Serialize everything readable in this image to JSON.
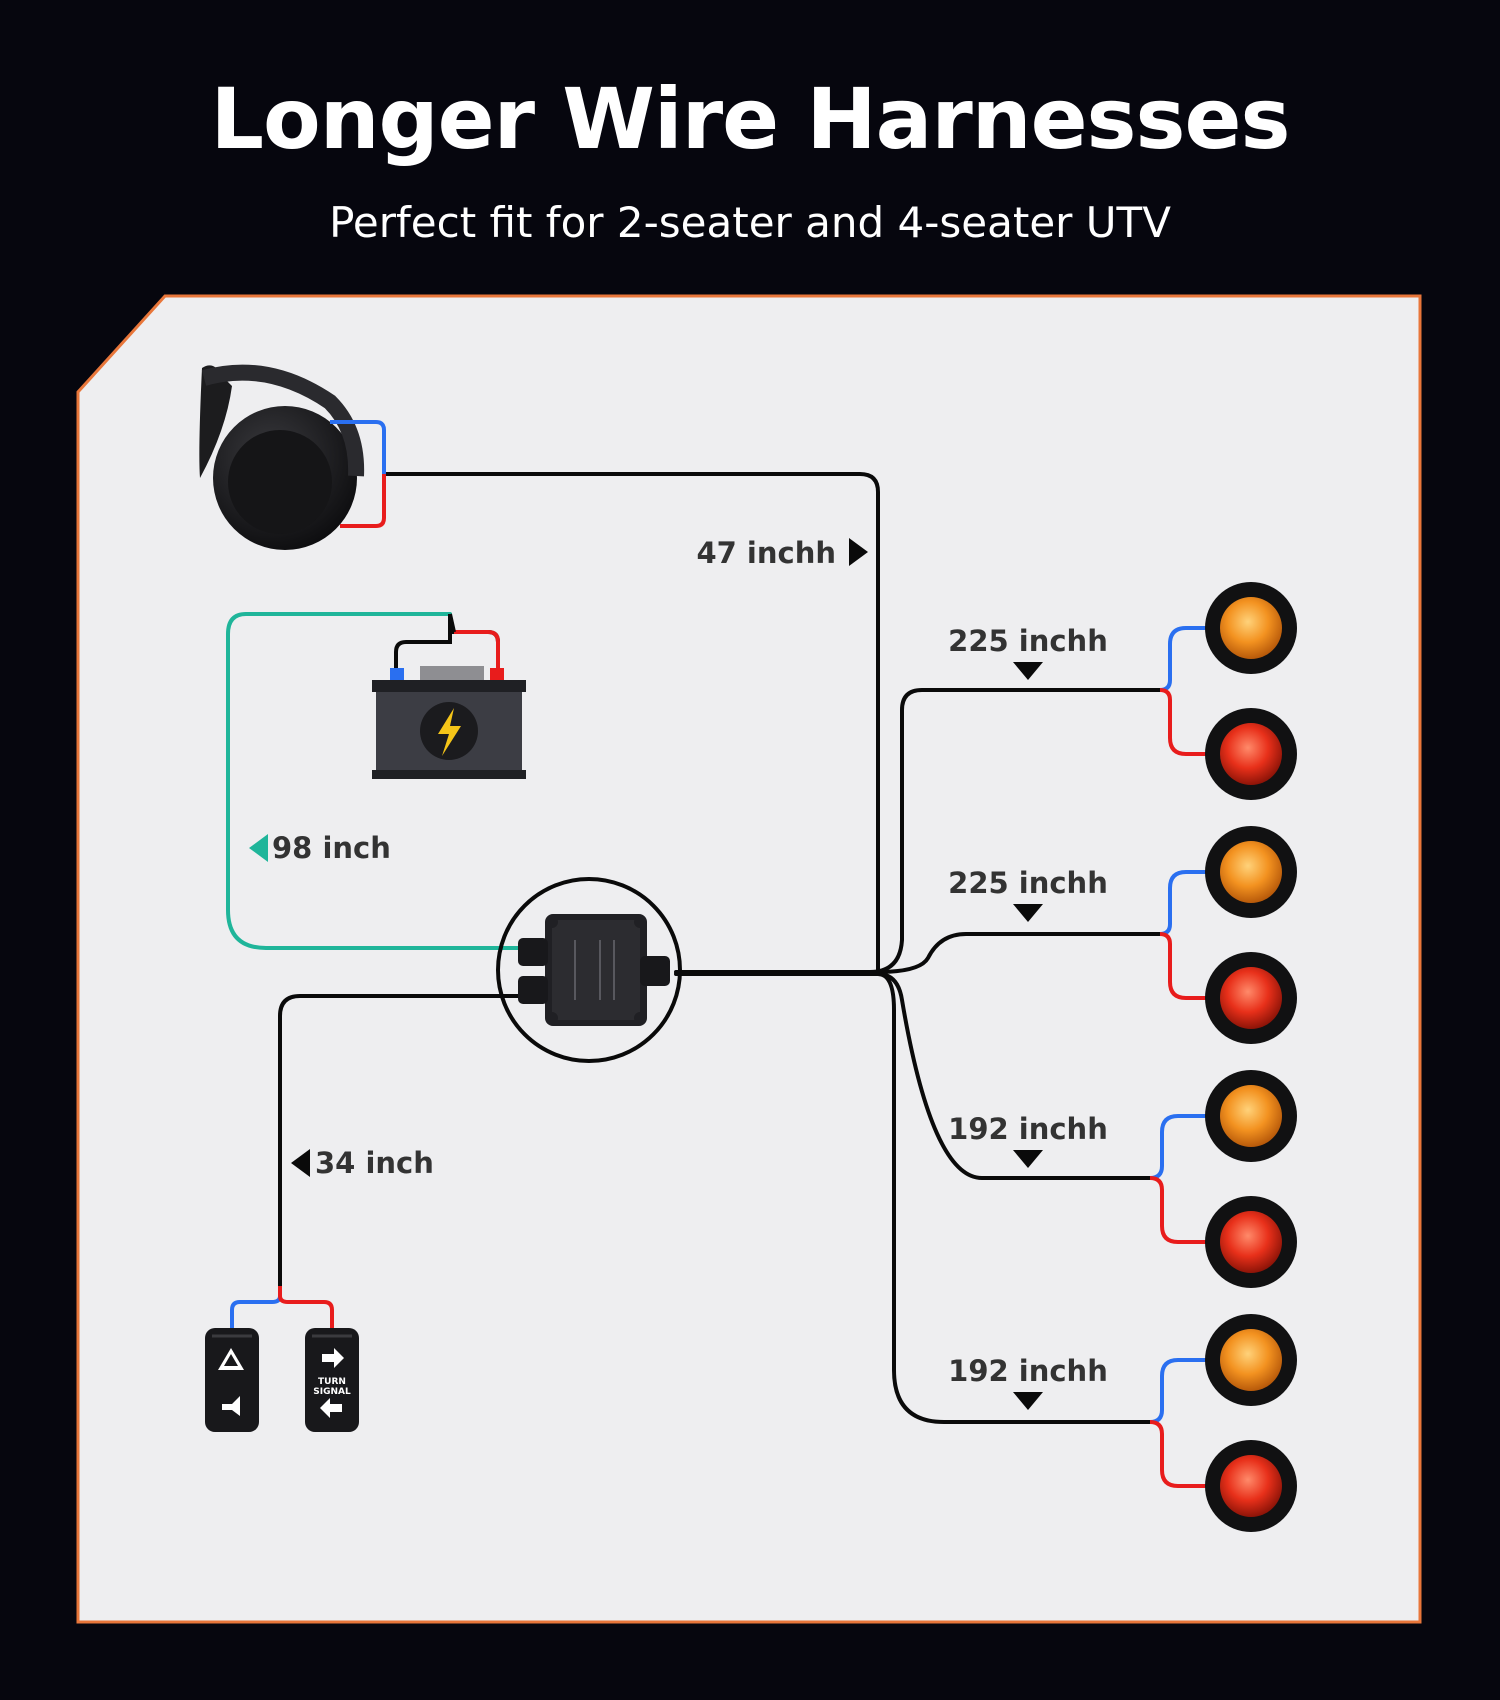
{
  "header": {
    "title": "Longer Wire Harnesses",
    "subtitle": "Perfect fit for 2-seater and 4-seater UTV"
  },
  "labels": {
    "horn_wire": "47 inchh",
    "battery_wire": "98 inch",
    "switch_wire": "34 inch",
    "light_wire_1": "225 inchh",
    "light_wire_2": "225 inchh",
    "light_wire_3": "192 inchh",
    "light_wire_4": "192 inchh"
  },
  "switch": {
    "turn_line1": "TURN",
    "turn_line2": "SIGNAL"
  },
  "colors": {
    "border": "#e8763a",
    "panel": "#eeeef0",
    "wire": "#0a0a0a",
    "wire_blue": "#2a6ff0",
    "wire_red": "#e81c1c",
    "wire_teal": "#1fb59a",
    "amber_light": "#f39220",
    "red_light": "#e8301a"
  },
  "icons": [
    "horn-icon",
    "battery-icon",
    "lightning-icon",
    "junction-box-icon",
    "hazard-icon",
    "turn-arrow-icon",
    "marker-light-icon"
  ]
}
